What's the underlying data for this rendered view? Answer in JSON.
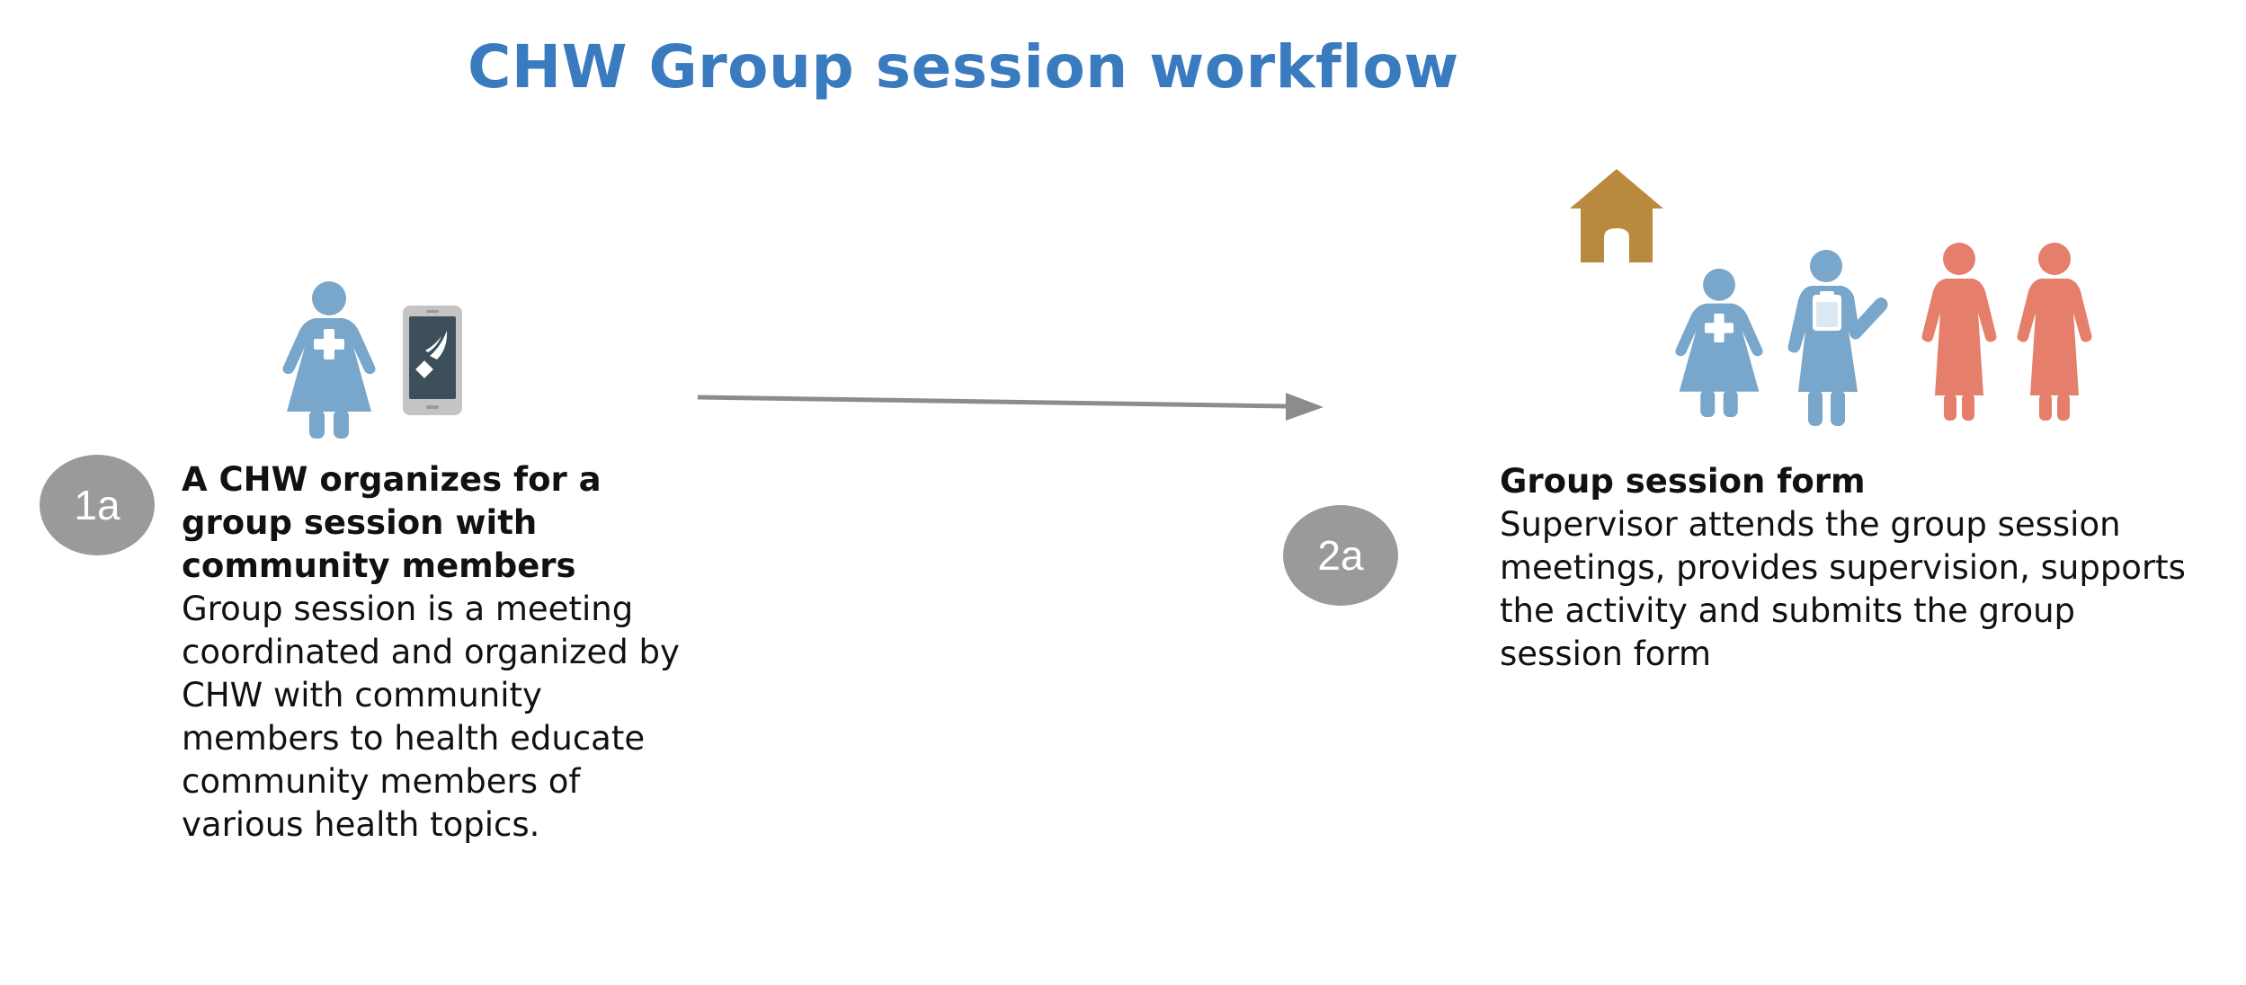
{
  "title": "CHW Group session workflow",
  "colors": {
    "title": "#3a7bbf",
    "chw_blue": "#79a6cb",
    "community_member_coral": "#e57e6b",
    "house_gold": "#b98a3e",
    "badge_gray": "#9a9a9a",
    "arrow_gray": "#8c8c8c",
    "phone_screen": "#3e4f5c"
  },
  "steps": [
    {
      "id": "1a",
      "heading": "A CHW organizes for a group session with community members",
      "description": "Group session is a meeting coordinated and organized by CHW with community members to health educate community members of various health topics.",
      "icons": [
        "chw-icon",
        "mobile-phone-icon"
      ]
    },
    {
      "id": "2a",
      "heading": "Group session form",
      "description": "Supervisor attends the group session meetings, provides supervision, supports the activity and submits the group session form",
      "icons": [
        "house-icon",
        "chw-icon",
        "supervisor-icon",
        "community-member-icon",
        "community-member-icon"
      ]
    }
  ]
}
